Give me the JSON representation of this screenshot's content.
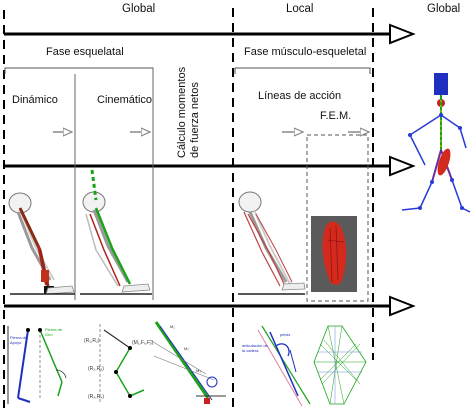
{
  "header": {
    "global_left": "Global",
    "local": "Local",
    "global_right": "Global"
  },
  "phases": {
    "skeletal": "Fase esquelatal",
    "musculoskeletal": "Fase músculo-esqueletal"
  },
  "stages": {
    "dynamic": "Dinámico",
    "kinematic": "Cinemático",
    "net_moments_line1": "Cálculo momentos",
    "net_moments_line2": "de fuerza netos",
    "action_lines": "Líneas de acción",
    "fem": "F.E.M."
  },
  "diagram_annotations": {
    "leg_support": "Pierna de Apoyo",
    "leg_swing": "Pierna de Giro",
    "hip_insertion": "articulación de la cadera",
    "pelvis": "pelvis"
  },
  "colors": {
    "arrow": "#000000",
    "hollow_arrow": "#888888",
    "green_segment": "#1aa31a",
    "red_segment": "#b22020",
    "muscle_red": "#d42a1e",
    "blue_marker": "#1f2fbf"
  }
}
